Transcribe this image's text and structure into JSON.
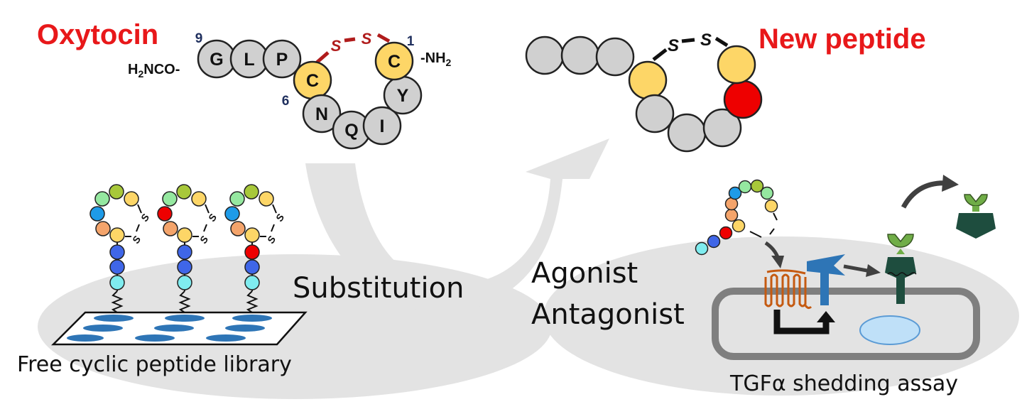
{
  "labels": {
    "oxytocin": "Oxytocin",
    "new_peptide": "New peptide",
    "substitution": "Substitution",
    "agonist": "Agonist",
    "antagonist": "Antagonist",
    "library": "Free cyclic peptide library",
    "assay": "TGFα shedding assay"
  },
  "oxytocin": {
    "c_terminus": "H",
    "c_terminus_sub": "2",
    "c_terminus_rest": "NCO-",
    "n_terminus": "-NH",
    "n_terminus_sub": "2",
    "position_9": "9",
    "position_6": "6",
    "position_1": "1",
    "disulfide_s1": "S",
    "disulfide_s2": "S",
    "residues": {
      "g": "G",
      "l": "L",
      "p": "P",
      "c6": "C",
      "n": "N",
      "q": "Q",
      "i": "I",
      "y": "Y",
      "c1": "C"
    }
  },
  "new_peptide": {
    "disulfide_s1": "S",
    "disulfide_s2": "S"
  },
  "library": {
    "disulfide": "S"
  },
  "colors": {
    "title_red": "#e8181a",
    "residue_gray": "#d0d0d0",
    "cysteine_yellow": "#fdd667",
    "substituted_red": "#ee0000",
    "disulfide_dark_red": "#b01c1c",
    "arrow_gray": "#e3e3e3",
    "receptor_orange": "#c55a11",
    "transducer_blue": "#2e75b6",
    "protease_dark_green": "#1e4d3e",
    "tgfa_green": "#70ad47"
  }
}
